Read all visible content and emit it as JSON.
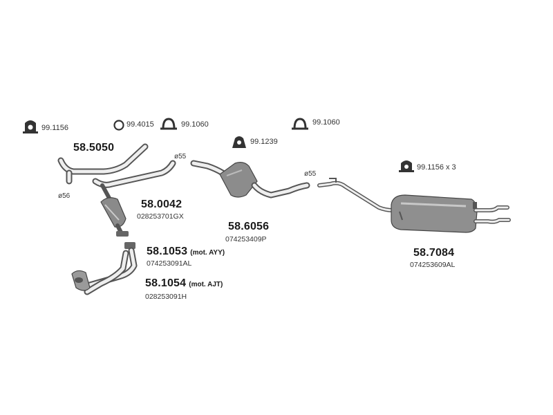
{
  "accessories": [
    {
      "code": "99.1156"
    },
    {
      "code": "99.4015"
    },
    {
      "code": "99.1060"
    },
    {
      "code": "99.1239"
    },
    {
      "code": "99.1060"
    },
    {
      "code": "99.1156 x 3"
    }
  ],
  "diameters": [
    "ø56",
    "ø55",
    "ø55"
  ],
  "parts": [
    {
      "number": "58.5050",
      "oem": ""
    },
    {
      "number": "58.0042",
      "oem": "028253701GX"
    },
    {
      "number": "58.6056",
      "oem": "074253409P"
    },
    {
      "number": "58.1053",
      "oem": "074253091AL",
      "engine": "(mot. AYY)"
    },
    {
      "number": "58.1054",
      "oem": "028253091H",
      "engine": "(mot. AJT)"
    },
    {
      "number": "58.7084",
      "oem": "074253609AL"
    }
  ]
}
